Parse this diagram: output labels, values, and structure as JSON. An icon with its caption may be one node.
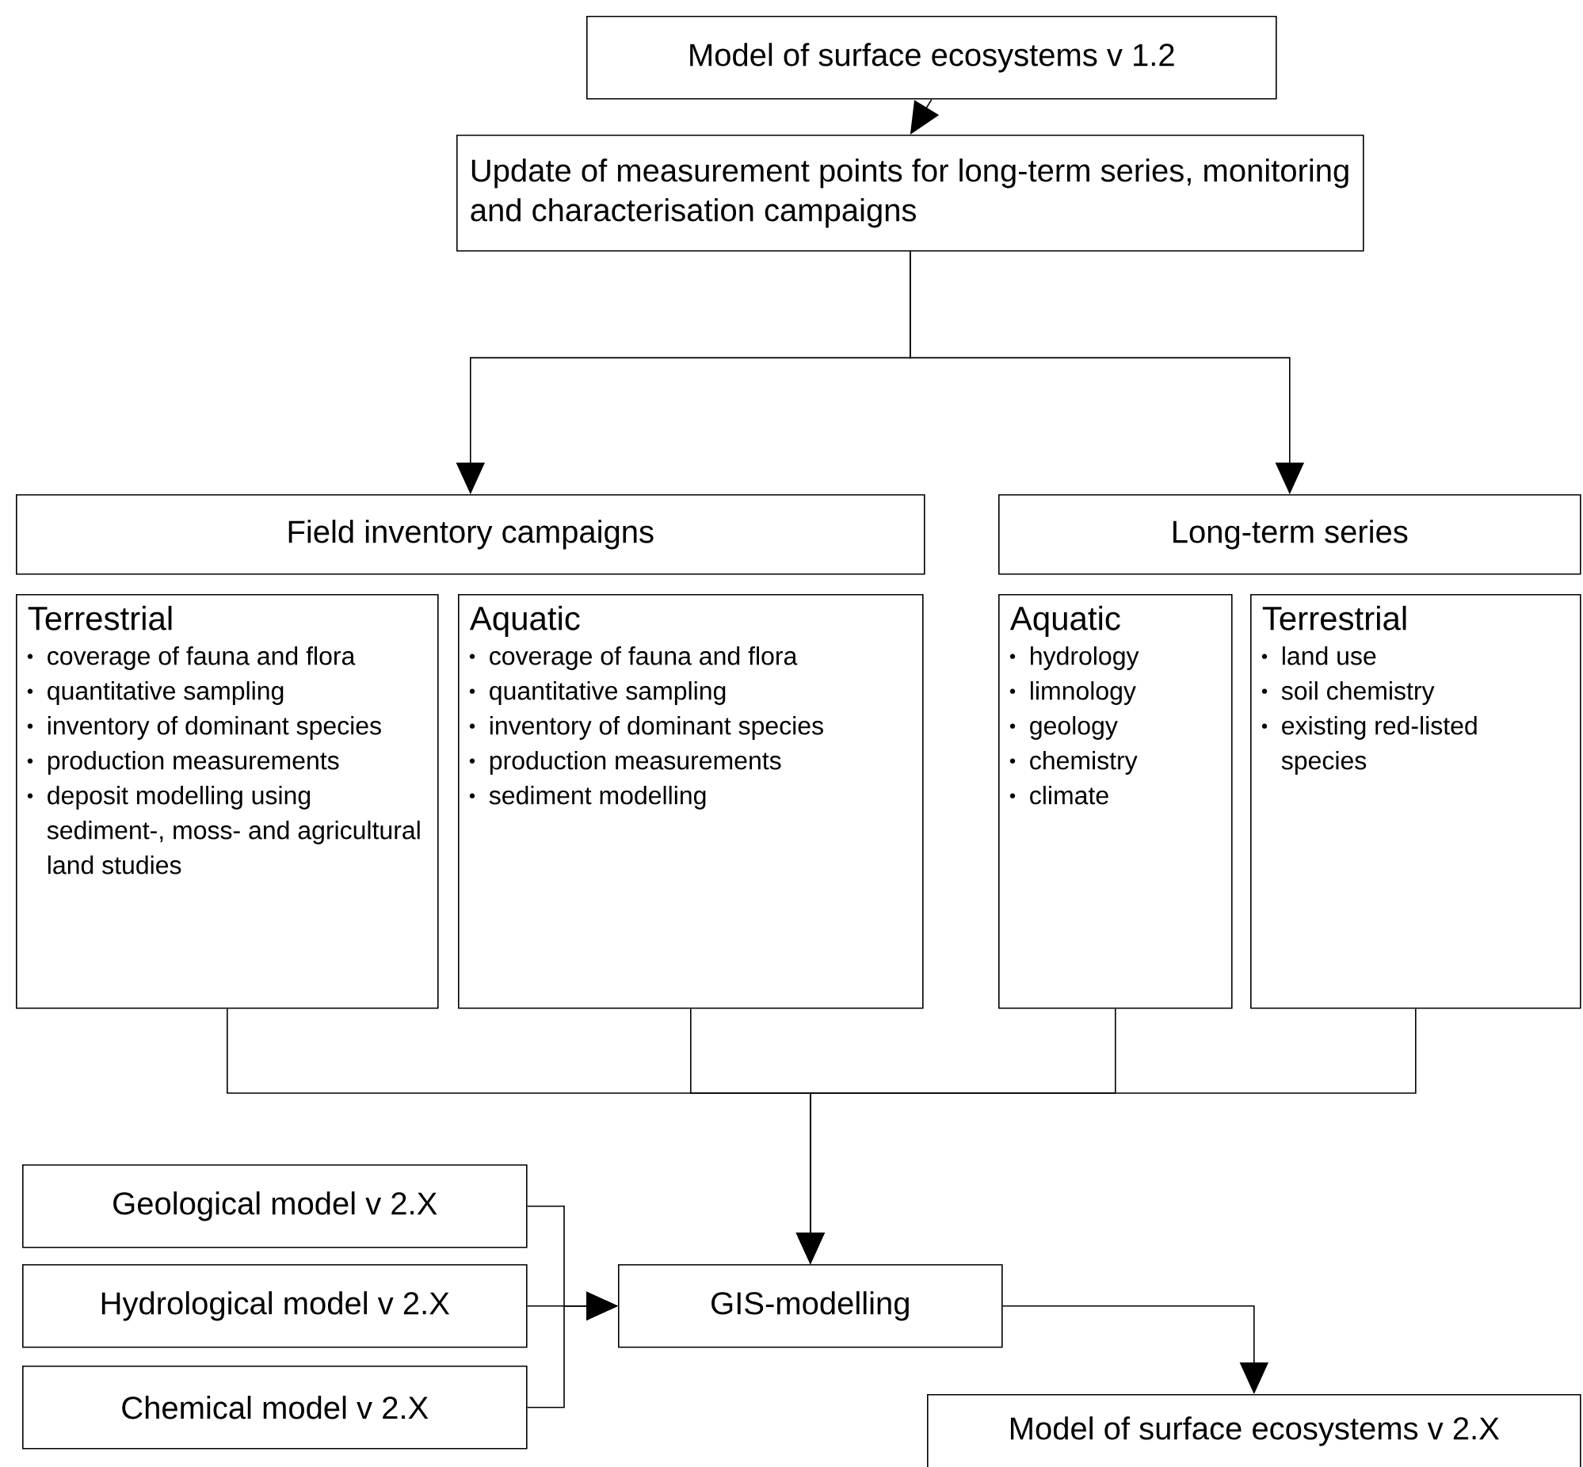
{
  "diagram": {
    "nodes": [
      {
        "text": [
          "Model of surface ecosystems v 1.2"
        ]
      },
      {
        "text": [
          "Update of measurement points for long-term series, monitoring and characterisation campaigns"
        ]
      },
      {
        "text": [
          "Field inventory campaigns"
        ]
      },
      {
        "text": [
          "Long-term series"
        ]
      },
      {
        "text": [
          "Terrestrial",
          "coverage of fauna and flora",
          "quantitative sampling",
          "inventory of dominant species",
          "production measurements",
          "deposit modelling using sediment-, moss- and agricultural land studies"
        ]
      },
      {
        "text": [
          "Aquatic",
          "coverage of fauna and flora",
          "quantitative sampling",
          "inventory of dominant species",
          "production measurements",
          "sediment modelling"
        ]
      },
      {
        "text": [
          "Aquatic",
          "hydrology",
          "limnology",
          "geology",
          "chemistry",
          "climate"
        ]
      },
      {
        "text": [
          "Terrestrial",
          "land use",
          "soil chemistry",
          "existing red-listed species"
        ]
      },
      {
        "text": [
          "Geological model v 2.X"
        ]
      },
      {
        "text": [
          "Hydrological model v 2.X"
        ]
      },
      {
        "text": [
          "Chemical model v 2.X"
        ]
      },
      {
        "text": [
          "GIS-modelling"
        ]
      },
      {
        "text": [
          "Model of surface ecosystems v 2.X"
        ]
      }
    ],
    "edges": [
      {
        "from": 0,
        "to": 1,
        "arrow": "to"
      },
      {
        "from": 1,
        "to": 2,
        "arrow": "to"
      },
      {
        "from": 1,
        "to": 3,
        "arrow": "to"
      },
      {
        "from": 4,
        "to": 11,
        "arrow": "to"
      },
      {
        "from": 5,
        "to": 11,
        "arrow": "to"
      },
      {
        "from": 6,
        "to": 11,
        "arrow": "to"
      },
      {
        "from": 7,
        "to": 11,
        "arrow": "to"
      },
      {
        "from": 8,
        "to": 11,
        "arrow": "to"
      },
      {
        "from": 9,
        "to": 11,
        "arrow": "to"
      },
      {
        "from": 10,
        "to": 11,
        "arrow": "to"
      },
      {
        "from": 11,
        "to": 12,
        "arrow": "to"
      }
    ]
  }
}
